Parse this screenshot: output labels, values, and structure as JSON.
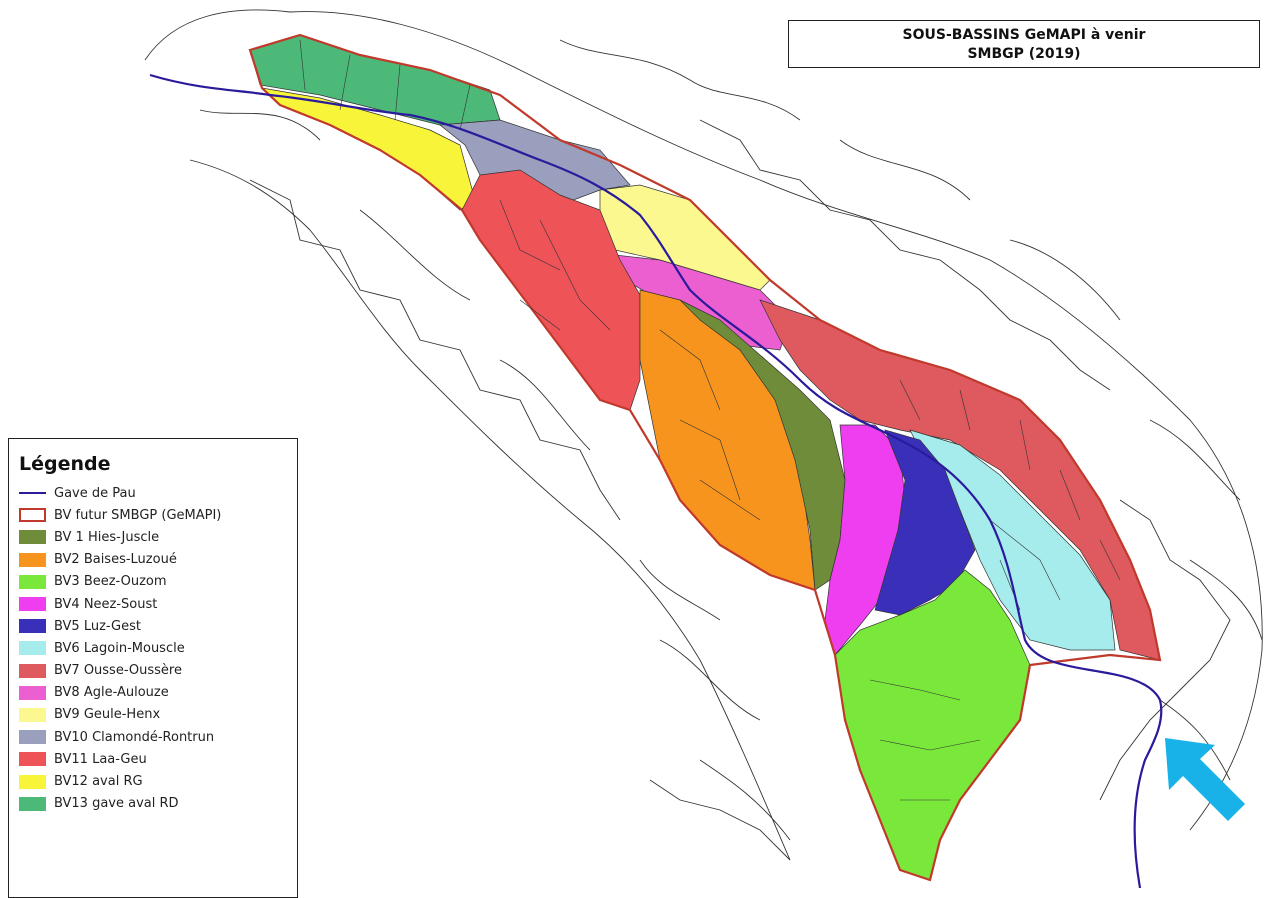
{
  "title": {
    "line1": "SOUS-BASSINS GeMAPI à venir",
    "line2": "SMBGP (2019)"
  },
  "legend": {
    "title": "Légende",
    "items": [
      {
        "label": "Gave de Pau",
        "kind": "line",
        "color": "#2a1a9c"
      },
      {
        "label": "BV futur SMBGP (GeMAPI)",
        "kind": "outline",
        "color": "#c0392b"
      },
      {
        "label": "BV 1 Hies-Juscle",
        "kind": "fill",
        "color": "#6f8c3a"
      },
      {
        "label": "BV2 Baises-Luzoué",
        "kind": "fill",
        "color": "#f7941d"
      },
      {
        "label": "BV3 Beez-Ouzom",
        "kind": "fill",
        "color": "#7ae83a"
      },
      {
        "label": "BV4 Neez-Soust",
        "kind": "fill",
        "color": "#ee3ef0"
      },
      {
        "label": "BV5 Luz-Gest",
        "kind": "fill",
        "color": "#3a2fb8"
      },
      {
        "label": "BV6 Lagoin-Mouscle",
        "kind": "fill",
        "color": "#a6ecec"
      },
      {
        "label": "BV7 Ousse-Oussère",
        "kind": "fill",
        "color": "#de5a5e"
      },
      {
        "label": "BV8 Agle-Aulouze",
        "kind": "fill",
        "color": "#ec5fd0"
      },
      {
        "label": "BV9 Geule-Henx",
        "kind": "fill",
        "color": "#faf88e"
      },
      {
        "label": "BV10 Clamondé-Rontrun",
        "kind": "fill",
        "color": "#9a9fbd"
      },
      {
        "label": "BV11 Laa-Geu",
        "kind": "fill",
        "color": "#ee5358"
      },
      {
        "label": "BV12 aval RG",
        "kind": "fill",
        "color": "#f7f43a"
      },
      {
        "label": "BV13 gave aval RD",
        "kind": "fill",
        "color": "#4cb978"
      }
    ]
  },
  "arrow": {
    "color": "#19b2e8",
    "icon": "arrow-up-left-icon"
  }
}
